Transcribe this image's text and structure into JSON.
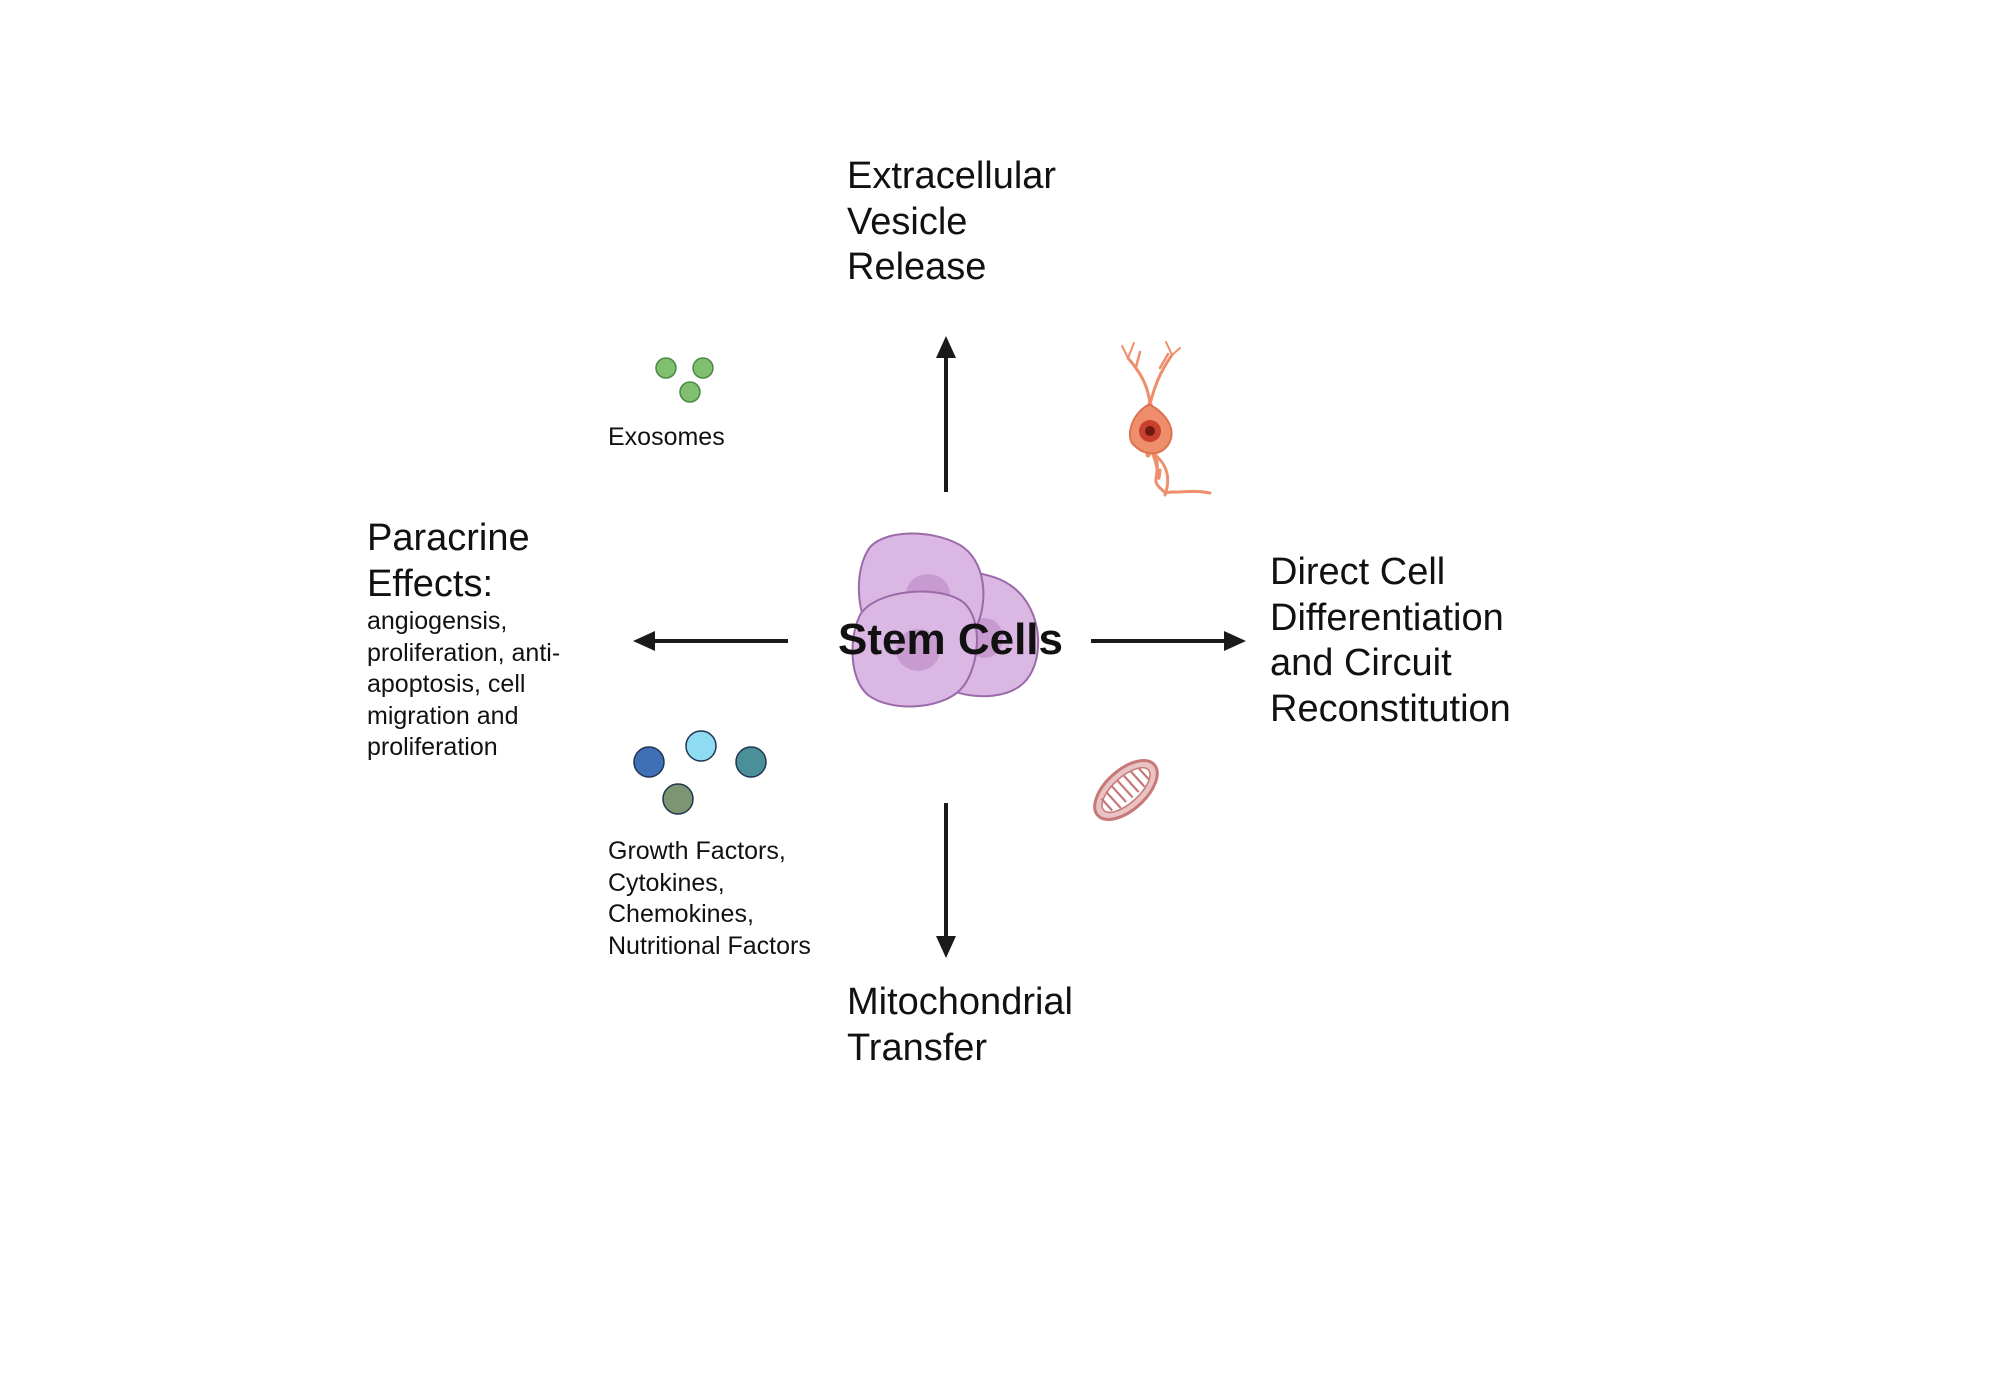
{
  "center": {
    "label": "Stem Cells"
  },
  "top": {
    "label": "Extracellular\nVesicle\nRelease",
    "sublabel": "Exosomes"
  },
  "left": {
    "label": "Paracrine\nEffects:",
    "detail": "angiogensis,\nproliferation, anti-\napoptosis, cell\nmigration and\nproliferation",
    "sublabel": "Growth Factors,\nCytokines,\nChemokines,\nNutritional Factors"
  },
  "right": {
    "label": "Direct Cell\nDifferentiation\nand Circuit\nReconstitution"
  },
  "bottom": {
    "label": "Mitochondrial\nTransfer"
  },
  "colors": {
    "stem_cell_fill": "#dbb7e4",
    "stem_cell_stroke": "#9b6aa8",
    "exosome": "#7fbf6e",
    "factor_colors": [
      "#3f6fb7",
      "#8fdbf2",
      "#4b9099",
      "#7b9670"
    ],
    "neuron": "#ef8e6c",
    "mitochondrion": "#c77878",
    "arrow": "#1a1a1a"
  },
  "icons": [
    "exosome-icon",
    "growth-factor-icon",
    "neuron-icon",
    "mitochondrion-icon",
    "stem-cell-icon"
  ]
}
